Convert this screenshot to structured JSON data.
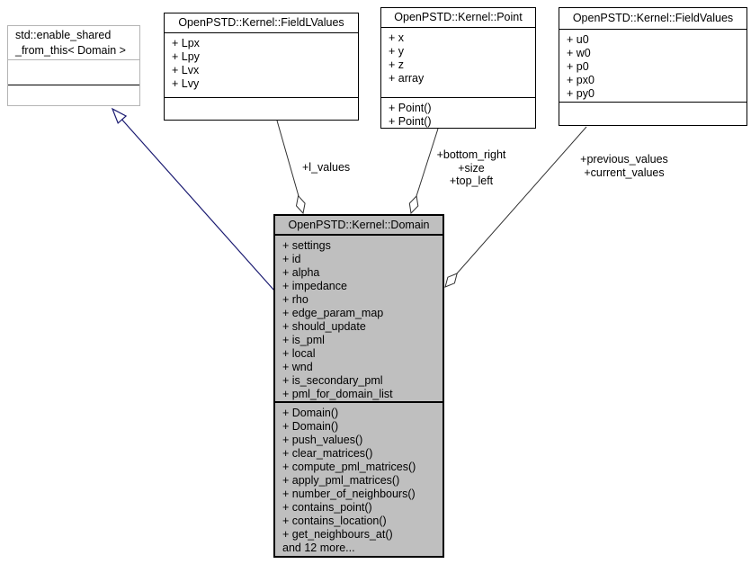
{
  "colors": {
    "inheritance_edge": "#191970",
    "aggregation_edge": "#303030",
    "highlight_fill": "#bfbfbf",
    "gray_border": "#b4b4b4"
  },
  "classes": {
    "enable_shared": {
      "title": "std::enable_shared\n_from_this< Domain >",
      "attributes": [],
      "methods": []
    },
    "field_l_values": {
      "title": "OpenPSTD::Kernel::FieldLValues",
      "attributes": [
        "+ Lpx",
        "+ Lpy",
        "+ Lvx",
        "+ Lvy"
      ],
      "methods": []
    },
    "point": {
      "title": "OpenPSTD::Kernel::Point",
      "attributes": [
        "+ x",
        "+ y",
        "+ z",
        "+ array"
      ],
      "methods": [
        "+ Point()",
        "+ Point()"
      ]
    },
    "field_values": {
      "title": "OpenPSTD::Kernel::FieldValues",
      "attributes": [
        "+ u0",
        "+ w0",
        "+ p0",
        "+ px0",
        "+ py0"
      ],
      "methods": []
    },
    "domain": {
      "title": "OpenPSTD::Kernel::Domain",
      "attributes": [
        "+ settings",
        "+ id",
        "+ alpha",
        "+ impedance",
        "+ rho",
        "+ edge_param_map",
        "+ should_update",
        "+ is_pml",
        "+ local",
        "+ wnd",
        "+ is_secondary_pml",
        "+ pml_for_domain_list"
      ],
      "methods": [
        "+ Domain()",
        "+ Domain()",
        "+ push_values()",
        "+ clear_matrices()",
        "+ compute_pml_matrices()",
        "+ apply_pml_matrices()",
        "+ number_of_neighbours()",
        "+ contains_point()",
        "+ contains_location()",
        "+ get_neighbours_at()",
        "and 12 more..."
      ]
    }
  },
  "edge_labels": {
    "l_values": "+l_values",
    "point": [
      "+bottom_right",
      "+size",
      "+top_left"
    ],
    "field_values": [
      "+previous_values",
      "+current_values"
    ]
  }
}
